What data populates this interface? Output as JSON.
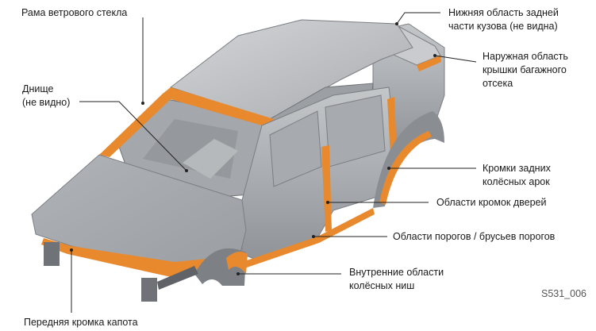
{
  "labels": {
    "windshield_frame": "Рама ветрового стекла",
    "underbody_line1": "Днище",
    "underbody_line2": "(не видно)",
    "rear_lower_line1": "Нижняя область задней",
    "rear_lower_line2": "части кузова (не видна)",
    "trunk_outer_line1": "Наружная область",
    "trunk_outer_line2": "крышки багажного",
    "trunk_outer_line3": "отсека",
    "rear_arch_line1": "Кромки задних",
    "rear_arch_line2": "колёсных арок",
    "door_edges": "Области кромок дверей",
    "sills": "Области порогов / брусьев порогов",
    "wheelhouse_line1": "Внутренние области",
    "wheelhouse_line2": "колёсных ниш",
    "hood_edge": "Передняя кромка капота"
  },
  "figure_ref": "S531_006",
  "colors": {
    "body_grey": "#b9bcbf",
    "body_dark": "#8c9095",
    "sealing_orange": "#e8892e",
    "leader_line": "#222222"
  }
}
